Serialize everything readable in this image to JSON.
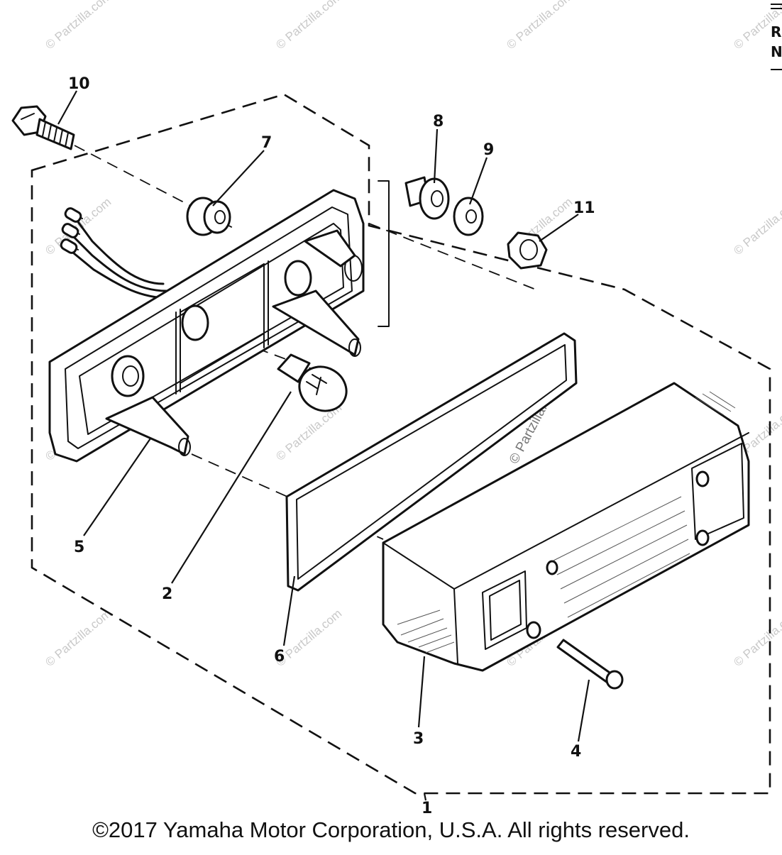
{
  "diagram": {
    "callouts": {
      "c1": "1",
      "c2": "2",
      "c3": "3",
      "c4": "4",
      "c5": "5",
      "c6": "6",
      "c7": "7",
      "c8": "8",
      "c9": "9",
      "c10": "10",
      "c11": "11"
    },
    "watermark": "© Partzilla.com",
    "corner_text": [
      "R",
      "N"
    ]
  },
  "footer": {
    "copyright": "©2017  Yamaha Motor Corporation, U.S.A. All rights reserved."
  }
}
